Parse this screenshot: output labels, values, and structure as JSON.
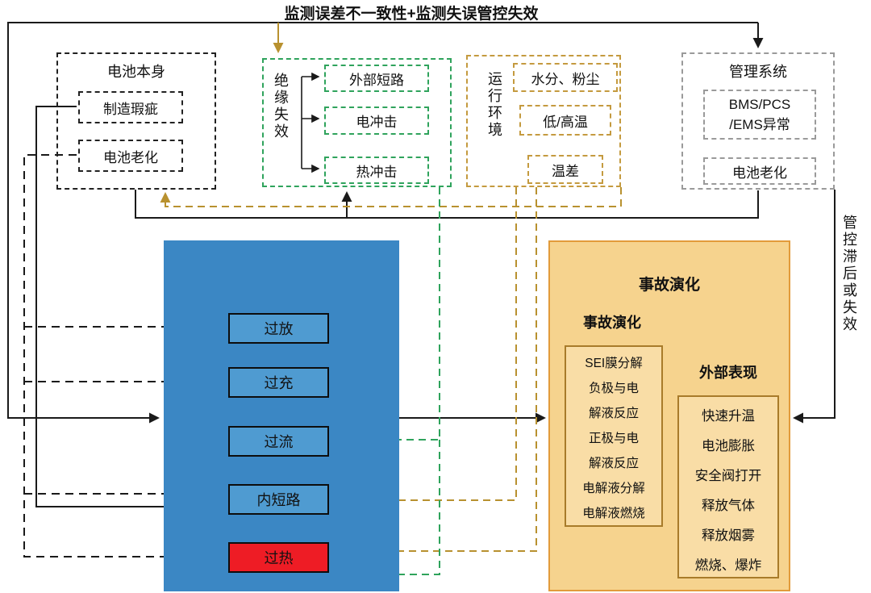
{
  "title": "监测误差不一致性+监测失误管控失效",
  "battery": {
    "title": "电池本身",
    "items": [
      "制造瑕疵",
      "电池老化"
    ]
  },
  "insulation": {
    "title": "绝缘失效",
    "items": [
      "外部短路",
      "电冲击",
      "热冲击"
    ]
  },
  "environment": {
    "title": "运行环境",
    "items": [
      "水分、粉尘",
      "低/高温",
      "温差"
    ]
  },
  "management": {
    "title": "管理系统",
    "item1_line1": "BMS/PCS",
    "item1_line2": "/EMS异常",
    "item2": "电池老化"
  },
  "control_side_label": "管控滞后或失效",
  "faults": {
    "items": [
      "过放",
      "过充",
      "过流",
      "内短路",
      "过热"
    ]
  },
  "evolution": {
    "title": "事故演化",
    "internal_label": "事故演化",
    "internal_lines": [
      "SEI膜分解",
      "负极与电",
      "解液反应",
      "正极与电",
      "解液反应",
      "电解液分解",
      "电解液燃烧"
    ],
    "external_label": "外部表现",
    "external_lines": [
      "快速升温",
      "电池膨胀",
      "安全阀打开",
      "释放气体",
      "释放烟雾",
      "燃烧、爆炸"
    ]
  },
  "colors": {
    "insulation_green": "#2fa35c",
    "environment_tan": "#c49a3f",
    "management_gray": "#9a9a9a",
    "fault_blue": "#3b87c4",
    "fault_item_blue": "#4f9bd1",
    "overheat_red": "#ee1c25",
    "evolution_fill": "#f6d38e",
    "evolution_border": "#e29b3b",
    "arrow_red": "#d93025",
    "arrow_black": "#1a1a1a",
    "arrow_tan": "#b8912f"
  }
}
